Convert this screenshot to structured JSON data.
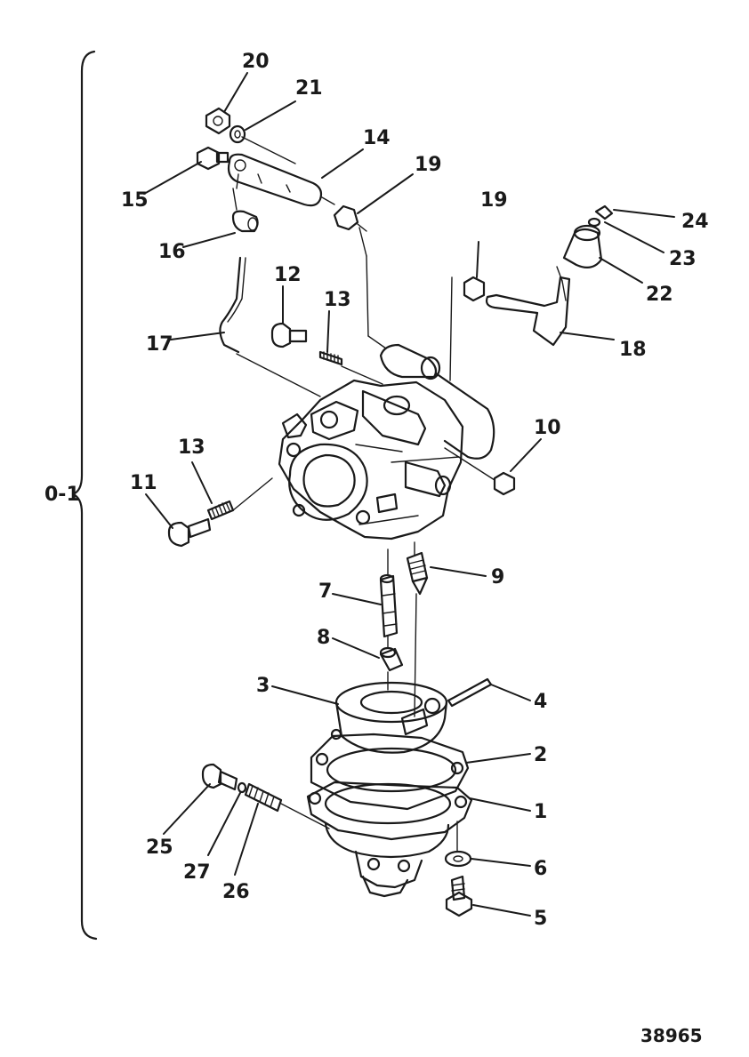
{
  "group_label": "0-1",
  "figure_number": "38965",
  "callouts": {
    "c1": "1",
    "c2": "2",
    "c3": "3",
    "c4": "4",
    "c5": "5",
    "c6": "6",
    "c7": "7",
    "c8": "8",
    "c9": "9",
    "c10": "10",
    "c11": "11",
    "c12": "12",
    "c13a": "13",
    "c13b": "13",
    "c14": "14",
    "c15": "15",
    "c16": "16",
    "c17": "17",
    "c18": "18",
    "c19a": "19",
    "c19b": "19",
    "c20": "20",
    "c21": "21",
    "c22": "22",
    "c23": "23",
    "c24": "24",
    "c25": "25",
    "c26": "26",
    "c27": "27"
  }
}
